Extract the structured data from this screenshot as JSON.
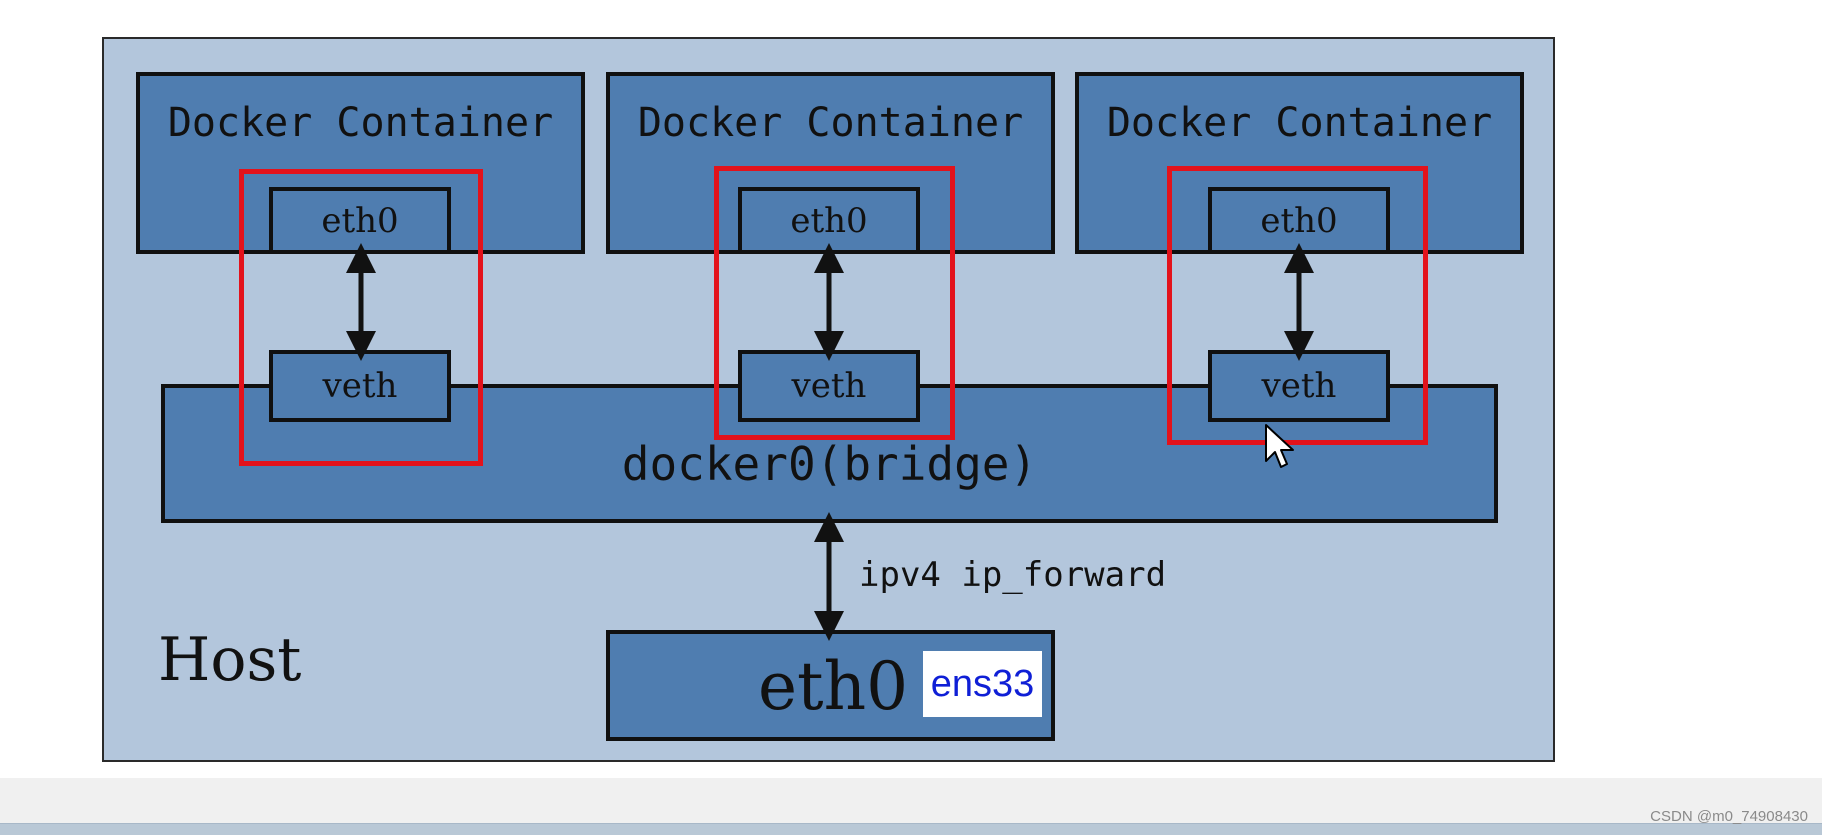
{
  "containers": [
    {
      "title": "Docker Container",
      "eth": "eth0",
      "veth": "veth"
    },
    {
      "title": "Docker Container",
      "eth": "eth0",
      "veth": "veth"
    },
    {
      "title": "Docker Container",
      "eth": "eth0",
      "veth": "veth"
    }
  ],
  "bridge": {
    "label": "docker0(bridge)"
  },
  "forward": {
    "label": "ipv4 ip_forward"
  },
  "host": {
    "label": "Host",
    "eth": "eth0",
    "nic_name": "ens33"
  },
  "watermark": "CSDN @m0_74908430",
  "colors": {
    "panel_bg": "#b3c6dc",
    "box_fill": "#4f7db0",
    "highlight_frame": "#e3121b",
    "nic_name_text": "#0f1fd6"
  },
  "icons": {
    "pointer": "mouse-pointer-icon"
  }
}
